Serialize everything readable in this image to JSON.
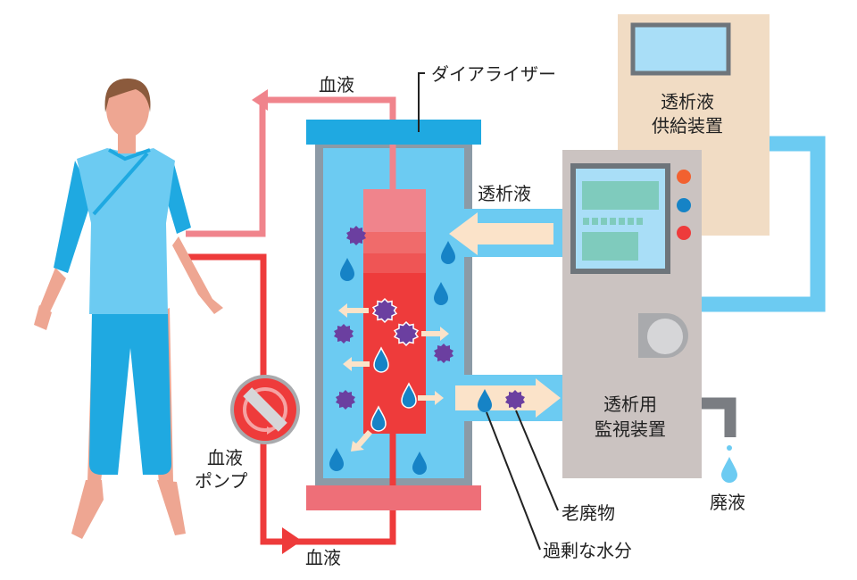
{
  "title": "Hemodialysis system diagram",
  "labels": {
    "dialyzer": "ダイアライザー",
    "blood_out": "血液",
    "blood_in": "血液",
    "dialysate": "透析液",
    "supply_line1": "透析液",
    "supply_line2": "供給装置",
    "monitor_line1": "透析用",
    "monitor_line2": "監視装置",
    "pump_line1": "血液",
    "pump_line2": "ポンプ",
    "waste_products": "老廃物",
    "excess_water": "過剰な水分",
    "waste_fluid": "廃液"
  },
  "colors": {
    "blood_arterial": "#ee3b3b",
    "blood_venous": "#f0848c",
    "dialysate_blue": "#6ccbf2",
    "dialyzer_cap_top": "#1fa9e1",
    "dialyzer_cap_bottom": "#ee6f78",
    "dialyzer_frame": "#8c9aa6",
    "supply_unit": "#f1dcc4",
    "monitor_unit": "#cbc3c1",
    "flow_arrow": "#fbe3c9",
    "waste_particle": "#6b3fa0",
    "water_drop": "#1683c6",
    "gown": "#6ccbf2",
    "pants": "#1fa9e1",
    "skin": "#eea692",
    "hair": "#8b5a3c"
  },
  "monitor_indicators": [
    "#f26130",
    "#1683c6",
    "#ee3b3b"
  ]
}
